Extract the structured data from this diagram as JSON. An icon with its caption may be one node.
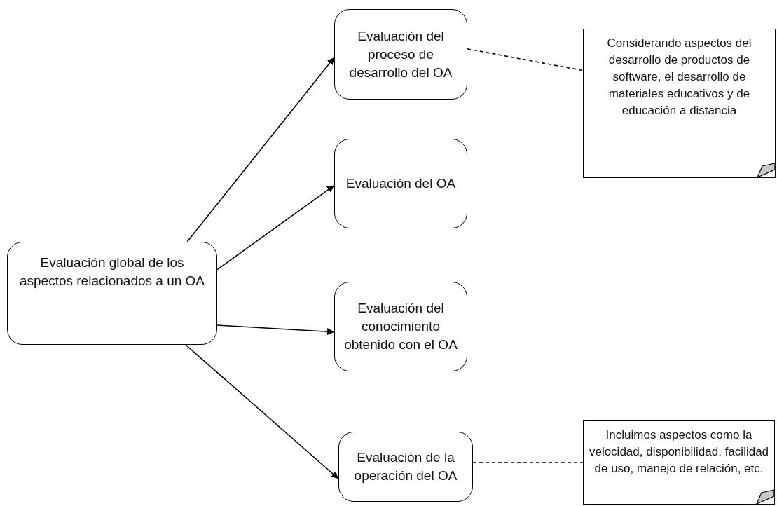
{
  "diagram": {
    "nodes": [
      {
        "text": [
          "Evaluación global de los aspectos relacionados a un OA"
        ]
      },
      {
        "text": [
          "Evaluación del proceso de desarrollo del OA"
        ]
      },
      {
        "text": [
          "Evaluación del OA"
        ]
      },
      {
        "text": [
          "Evaluación del conocimiento obtenido con el OA"
        ]
      },
      {
        "text": [
          "Evaluación de la operación del OA"
        ]
      },
      {
        "text": [
          "Considerando aspectos del desarrollo de productos de software, el desarrollo de materiales educativos y de educación a distancia"
        ]
      },
      {
        "text": [
          "Incluimos aspectos como la velocidad, disponibilidad, facilidad de uso, manejo de relación, etc."
        ]
      }
    ],
    "edges": [
      {
        "from": 0,
        "to": 1,
        "arrow": "to"
      },
      {
        "from": 0,
        "to": 2,
        "arrow": "to"
      },
      {
        "from": 0,
        "to": 3,
        "arrow": "to"
      },
      {
        "from": 0,
        "to": 4,
        "arrow": "to"
      },
      {
        "from": 1,
        "to": 5,
        "arrow": "none",
        "style": "dashed"
      },
      {
        "from": 4,
        "to": 6,
        "arrow": "none",
        "style": "dashed"
      }
    ]
  }
}
